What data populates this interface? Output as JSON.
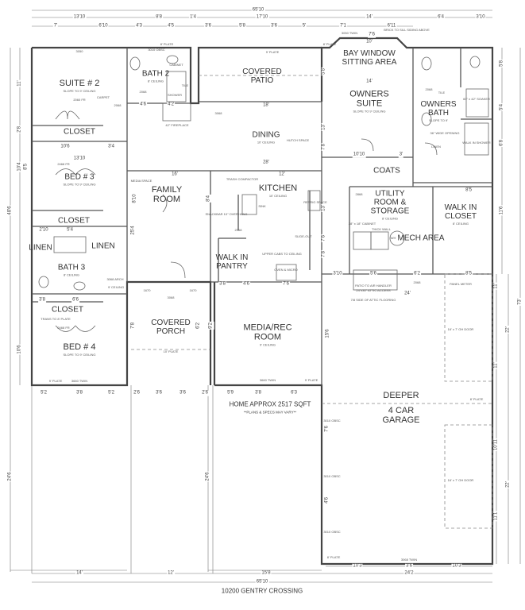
{
  "title": "10200 GENTRY CROSSING",
  "summary": {
    "area": "HOME APPROX 2517 SQFT",
    "disclaimer": "**PLANS & SPECS MAY VARY**"
  },
  "rooms": [
    {
      "name": "SUITE # 2",
      "note": "SLOPE TO 9' CEILING"
    },
    {
      "name": "BATH 2",
      "note": "8' CEILING"
    },
    {
      "name": "COVERED PATIO",
      "note": ""
    },
    {
      "name": "BAY WINDOW SITTING AREA",
      "note": ""
    },
    {
      "name": "OWNERS SUITE",
      "note": "SLOPE TO 9' CEILING"
    },
    {
      "name": "OWNERS BATH",
      "note": "SLOPE TO 9'"
    },
    {
      "name": "DINING",
      "note": "10' CEILING"
    },
    {
      "name": "CLOSET",
      "note": ""
    },
    {
      "name": "BED # 3",
      "note": "SLOPE TO 9' CEILING"
    },
    {
      "name": "FAMILY ROOM",
      "note": ""
    },
    {
      "name": "KITCHEN",
      "note": "10' CEILING"
    },
    {
      "name": "COATS",
      "note": ""
    },
    {
      "name": "UTILITY ROOM & STORAGE",
      "note": "8' CEILING"
    },
    {
      "name": "WALK IN CLOSET",
      "note": "8' CEILING"
    },
    {
      "name": "CLOSET",
      "note": ""
    },
    {
      "name": "LINEN",
      "note": ""
    },
    {
      "name": "LINEN",
      "note": ""
    },
    {
      "name": "BATH 3",
      "note": "8' CEILING"
    },
    {
      "name": "WALK IN PANTRY",
      "note": ""
    },
    {
      "name": "MECH AREA",
      "note": ""
    },
    {
      "name": "CLOSET",
      "note": ""
    },
    {
      "name": "BED # 4",
      "note": "SLOPE TO 9' CEILING"
    },
    {
      "name": "COVERED PORCH",
      "note": ""
    },
    {
      "name": "MEDIA/REC ROOM",
      "note": "9' CEILING"
    },
    {
      "name": "DEEPER",
      "note": ""
    },
    {
      "name": "4 CAR GARAGE",
      "note": ""
    }
  ],
  "notes": [
    "8' PLATE",
    "3050",
    "3010 OBSC",
    "CABINET",
    "TILE",
    "SHOWER",
    "2068",
    "CARPET",
    "2068",
    "2060 FR",
    "42\" FIREPLACE",
    "3068",
    "3050 TWIN",
    "8' PLATE",
    "BRICK TO SILL SIDING ABOVE",
    "9' PLATE",
    "2068",
    "TILE",
    "60\" x 42\" SOAKER",
    "36\" WIDE OPENING",
    "WALK IN SHOWER",
    "LINEN",
    "HUTCH SPACE",
    "TRASH COMPACTOR",
    "SINK",
    "SNACKBAR 10\" OVERHANG",
    "REFRIG SPACE",
    "SLIDE-OUT",
    "UPPER CABS TO CEILING",
    "OVEN & MICRO",
    "2068",
    "2868",
    "28\" x 18\" CABINET",
    "THICK WALL",
    "WH",
    "PATIO TO AIR HANDLER",
    "24\"x30\" ATTIC ACCESS",
    "7/8 SIDE OF ATTIC FLOORING",
    "2068",
    "PANEL METER",
    "MEDIA SPACE",
    "2468 FR",
    "2468 FR",
    "3068 ARCH",
    "9' CEILING",
    "TRANS TO 8' PLATE",
    "9' PLATE",
    "3660 TWIN",
    "1670",
    "3068",
    "1670",
    "10' PLATE",
    "3660 TWIN",
    "9' PLATE",
    "16' x 7' OH DOOR",
    "8' PLATE",
    "3010 OBSC",
    "3010 OBSC",
    "3010 OBSC",
    "16' x 7' OH DOOR",
    "8' PLATE",
    "3068 TWIN"
  ],
  "dimensions": [
    "65'10",
    "13'10",
    "8'8",
    "1'4",
    "17'10",
    "14'",
    "6'4",
    "3'10",
    "7'",
    "6'10",
    "4'3",
    "4'5",
    "3'6",
    "5'8",
    "3'6",
    "5'",
    "7'1",
    "6'11",
    "7'6",
    "10'",
    "11'",
    "2'8",
    "10'4",
    "8'5",
    "48'6",
    "10'6",
    "5'8",
    "5'4",
    "6'8",
    "11'6",
    "73'",
    "22'",
    "11'",
    "11'",
    "10'11",
    "22'",
    "11'1",
    "24'6",
    "24'6",
    "15'6",
    "18'",
    "14'",
    "28'",
    "16'",
    "12'",
    "10'6",
    "3'4",
    "10'10",
    "3'",
    "24'",
    "8'5",
    "8'5",
    "2'10",
    "5'4",
    "3'8",
    "6'6",
    "5'2",
    "3'8",
    "5'2",
    "2'6",
    "3'6",
    "3'6",
    "2'6",
    "5'9",
    "3'8",
    "6'3",
    "10'3",
    "3'6",
    "10'3",
    "14'",
    "12'",
    "15'8",
    "24'2",
    "65'10",
    "13'10",
    "4'6",
    "4'2",
    "3'10",
    "5'6",
    "6'2",
    "3'8",
    "4'6",
    "7'6",
    "13'",
    "13'",
    "7'8",
    "25'4",
    "8'10",
    "9'2",
    "7'8",
    "6'2",
    "8'4",
    "5'8",
    "7'8",
    "7'6",
    "7'6",
    "4'6"
  ],
  "colors": {
    "line": "#555555",
    "wall": "#444444",
    "background": "#ffffff"
  }
}
